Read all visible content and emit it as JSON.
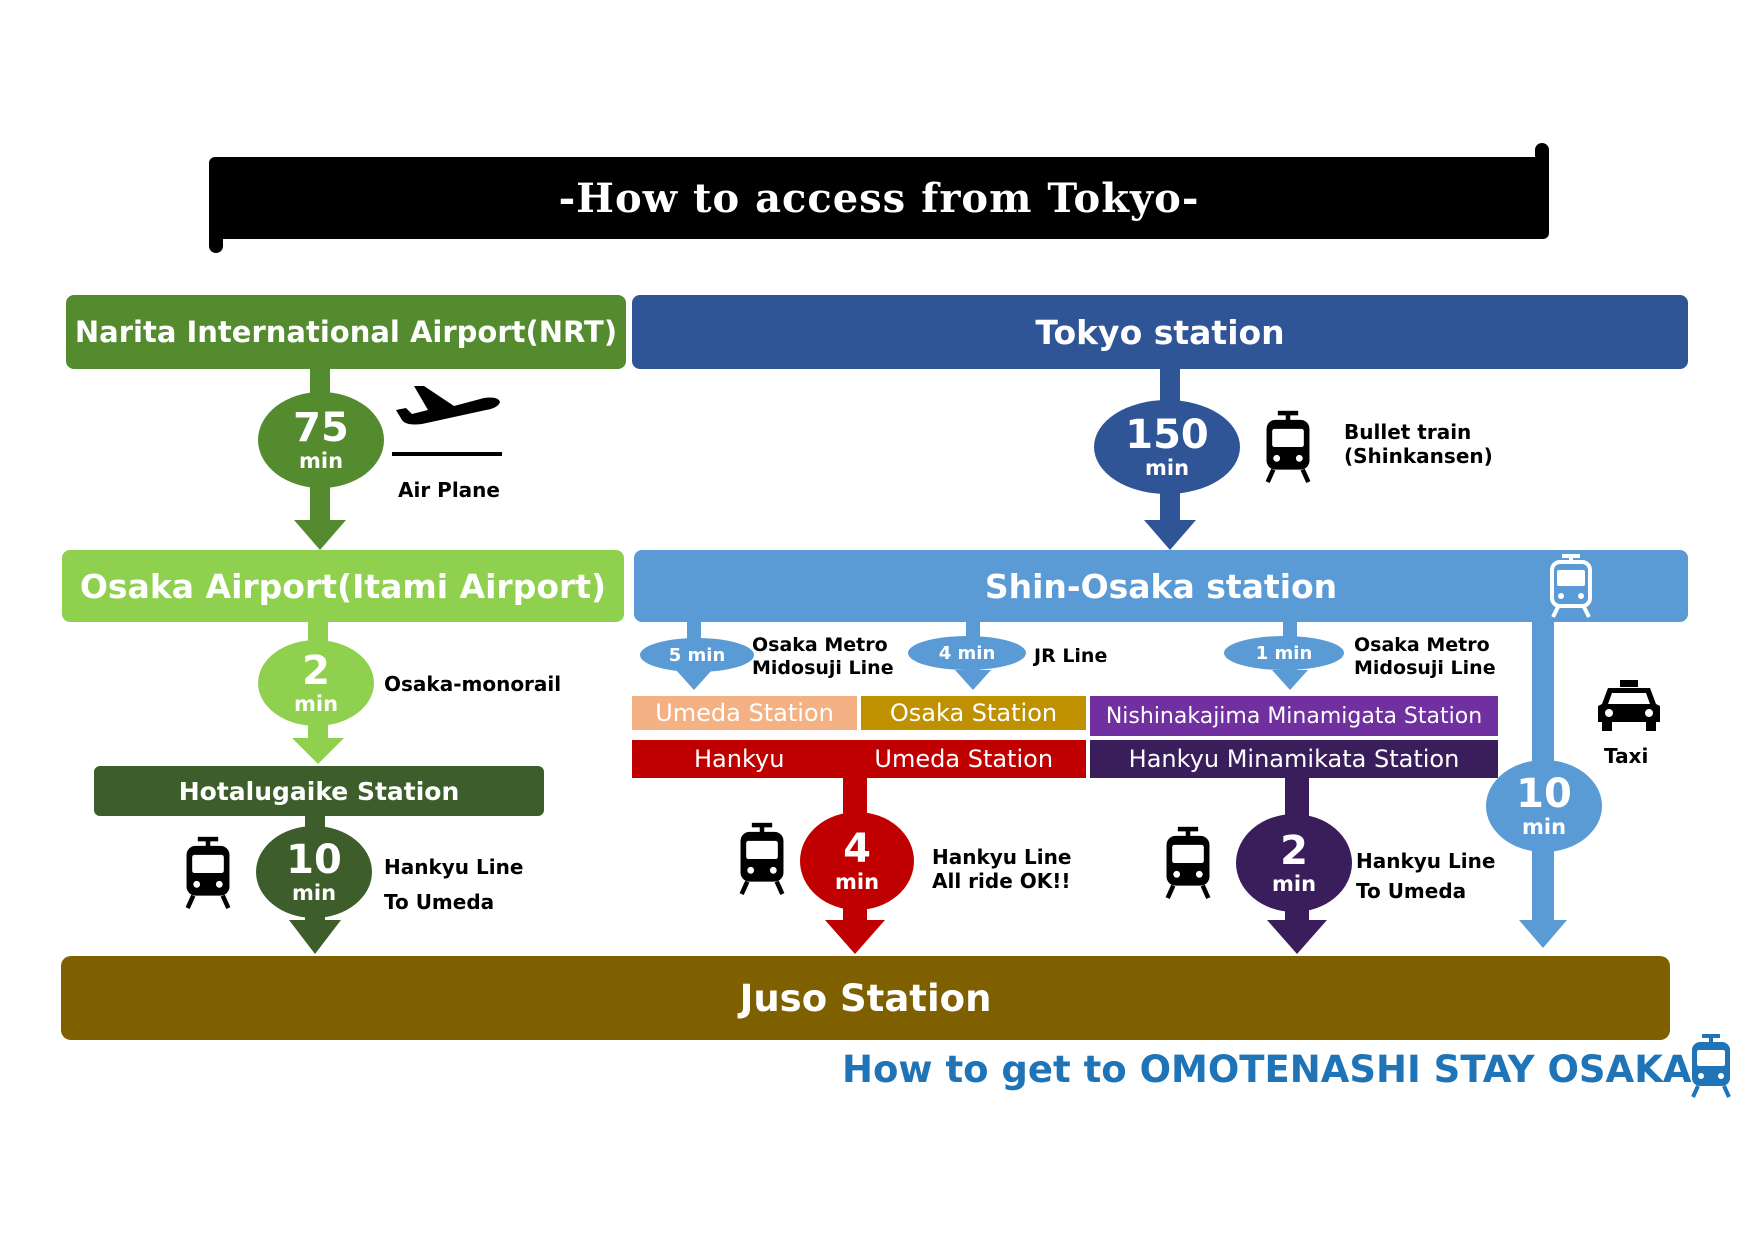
{
  "title": "-How to access from Tokyo-",
  "colors": {
    "narita": "#558b2f",
    "itami": "#8fd14f",
    "hotalugaike": "#3d5e2a",
    "tokyo": "#2f5597",
    "shin_osaka": "#5b9bd5",
    "juso": "#7f6000",
    "umeda": "#f4b183",
    "osaka_st": "#bf9000",
    "nishinakajima": "#7030a0",
    "hankyu": "#c00000",
    "minamikata": "#3a1e5c",
    "footer": "#1f73b7"
  },
  "origins": {
    "narita": "Narita International Airport(NRT)",
    "tokyo": "Tokyo station"
  },
  "hubs": {
    "itami": "Osaka Airport(Itami Airport)",
    "shin_osaka": "Shin-Osaka station",
    "hotalugaike": "Hotalugaike Station",
    "juso": "Juso Station"
  },
  "legs": {
    "plane": {
      "num": "75",
      "unit": "min",
      "label": "Air Plane",
      "icon": "airplane-icon"
    },
    "shinkansen": {
      "num": "150",
      "unit": "min",
      "label1": "Bullet train",
      "label2": "(Shinkansen)",
      "icon": "train-icon"
    },
    "monorail": {
      "num": "2",
      "unit": "min",
      "label": "Osaka-monorail"
    },
    "hankyu_hotalugaike": {
      "num": "10",
      "unit": "min",
      "label1": "Hankyu Line",
      "label2": "To Umeda",
      "icon": "train-icon"
    },
    "metro_umeda": {
      "time": "5 min",
      "label1": "Osaka Metro",
      "label2": "Midosuji Line"
    },
    "jr_osaka": {
      "time": "4 min",
      "label": "JR Line"
    },
    "metro_nishinakajima": {
      "time": "1 min",
      "label1": "Osaka Metro",
      "label2": "Midosuji Line"
    },
    "hankyu_umeda": {
      "num": "4",
      "unit": "min",
      "label1": "Hankyu Line",
      "label2": "All ride OK!!",
      "icon": "train-icon"
    },
    "hankyu_minamikata": {
      "num": "2",
      "unit": "min",
      "label1": "Hankyu Line",
      "label2": "To Umeda",
      "icon": "train-icon"
    },
    "taxi": {
      "num": "10",
      "unit": "min",
      "label": "Taxi",
      "icon": "taxi-icon"
    }
  },
  "stations": {
    "umeda": "Umeda Station",
    "osaka": "Osaka Station",
    "nishinakajima": "Nishinakajima Minamigata Station",
    "hankyu_left": "Hankyu",
    "hankyu_right": "Umeda Station",
    "minamikata": "Hankyu Minamikata Station"
  },
  "footer": "How to get to OMOTENASHI STAY OSAKA"
}
